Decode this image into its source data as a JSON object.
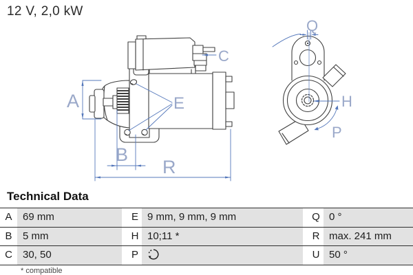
{
  "title": "12 V, 2,0 kW",
  "drawing": {
    "side_view_labels": {
      "a": "A",
      "b": "B",
      "c": "C",
      "e": "E",
      "r": "R"
    },
    "front_view_labels": {
      "q": "Q",
      "h": "H",
      "p": "P"
    }
  },
  "table": {
    "heading": "Technical Data",
    "footnote": "* compatible",
    "cells": [
      {
        "key": "A",
        "value": "69 mm"
      },
      {
        "key": "E",
        "value": "9 mm, 9 mm, 9 mm"
      },
      {
        "key": "Q",
        "value": "0 °"
      },
      {
        "key": "B",
        "value": "5 mm"
      },
      {
        "key": "H",
        "value": "10;11 *"
      },
      {
        "key": "R",
        "value": "max. 241 mm"
      },
      {
        "key": "C",
        "value": "30, 50"
      },
      {
        "key": "P",
        "value": "",
        "icon": "rotation-direction-icon"
      },
      {
        "key": "U",
        "value": "50 °"
      }
    ]
  },
  "colors": {
    "outline": "#3f3f3f",
    "dimension_blue": "#5578bb",
    "label_blue": "#9aa8c9",
    "table_cell_gray": "#e2e2e2",
    "rule_dark": "#2e2e2e"
  }
}
